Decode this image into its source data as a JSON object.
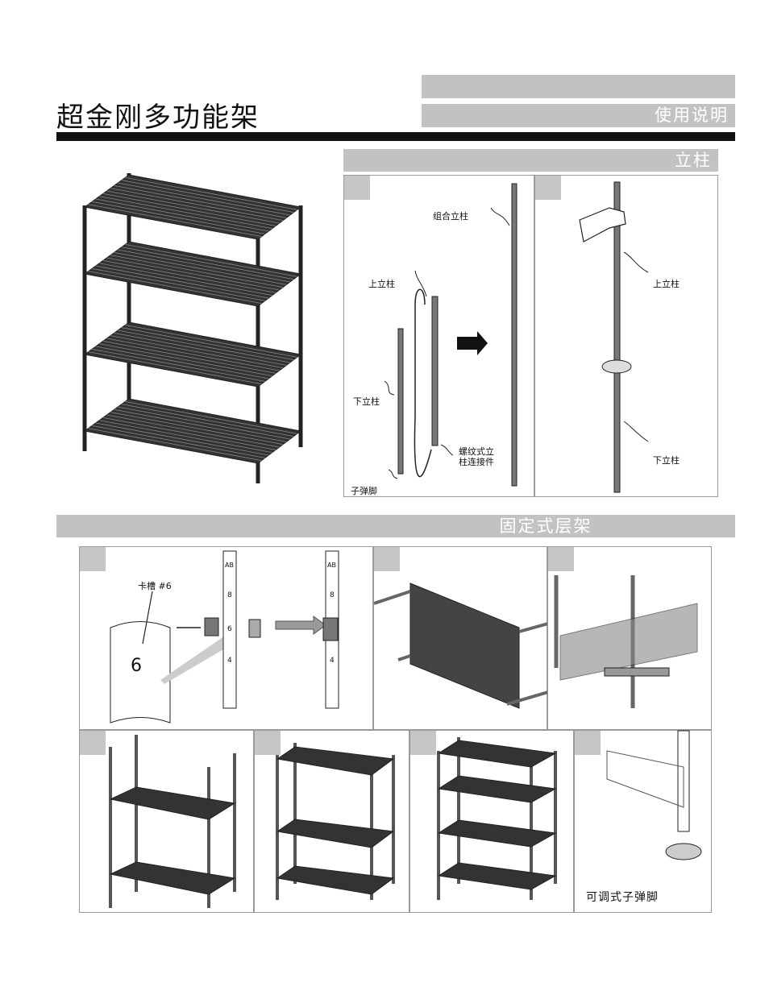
{
  "page": {
    "title": "超金刚多功能架",
    "header_right": "使用说明"
  },
  "section_pole": {
    "heading": "立柱",
    "labels": {
      "combined_pole": "组合立柱",
      "upper_pole_a": "上立柱",
      "lower_pole_a": "下立柱",
      "bullet_foot": "子弹脚",
      "connector_line1": "螺纹式立",
      "connector_line2": "柱连接件",
      "upper_pole_b": "上立柱",
      "lower_pole_b": "下立柱"
    }
  },
  "section_shelf": {
    "heading": "固定式层架",
    "labels": {
      "slot": "卡槽 #6",
      "slot_number": "6",
      "pole_marks": [
        "AB",
        "8",
        "6",
        "4"
      ],
      "adjustable_foot": "可调式子弹脚"
    }
  }
}
